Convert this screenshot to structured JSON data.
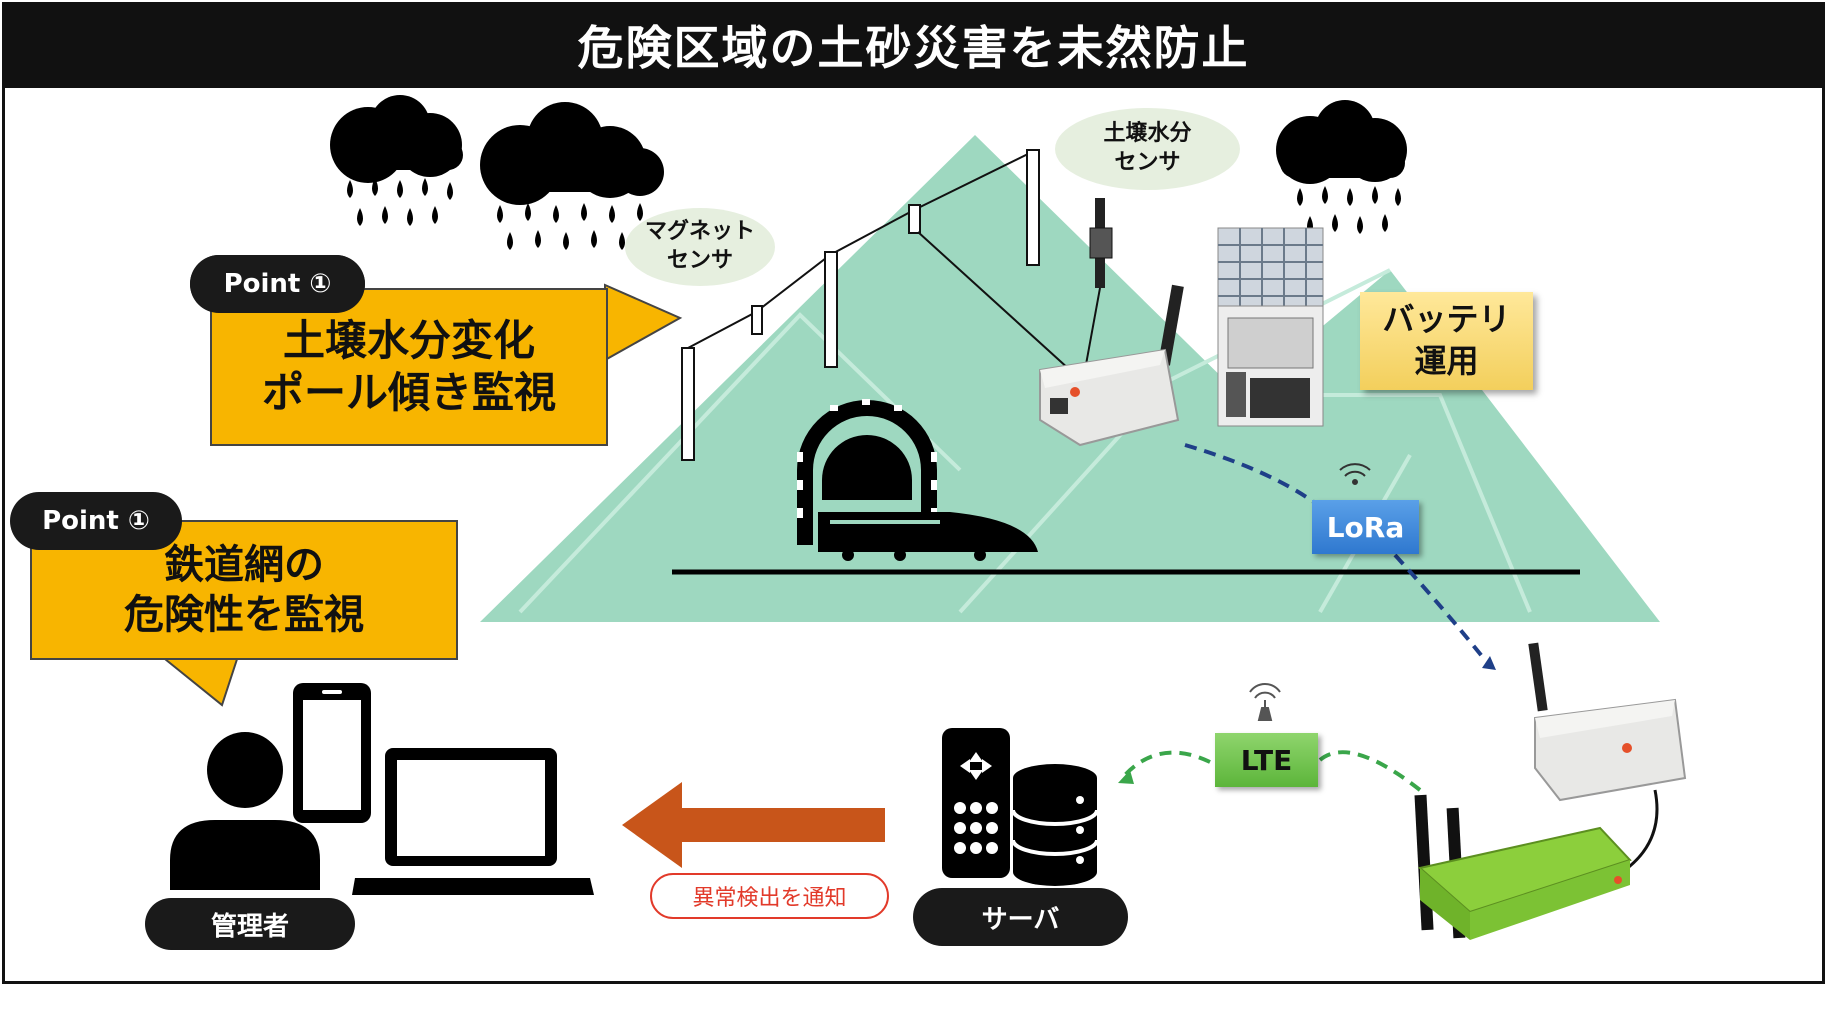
{
  "title": "危険区域の土砂災害を未然防止",
  "callouts": {
    "top": {
      "badge": "Point ①",
      "line1": "土壌水分変化",
      "line2": "ポール傾き監視"
    },
    "left": {
      "badge": "Point ①",
      "line1": "鉄道網の",
      "line2": "危険性を監視"
    }
  },
  "labels": {
    "magnet_sensor_line1": "マグネット",
    "magnet_sensor_line2": "センサ",
    "soil_sensor_line1": "土壌水分",
    "soil_sensor_line2": "センサ",
    "battery_line1": "バッテリ",
    "battery_line2": "運用",
    "lora": "LoRa",
    "lte": "LTE",
    "notify": "異常検出を通知",
    "server": "サーバ",
    "admin": "管理者"
  },
  "colors": {
    "mountain": "#9ed8c0",
    "mountain_edge": "#b8e4d2",
    "callout": "#f8b500",
    "arrow": "#c8551a",
    "lora_line": "#1f3f88",
    "lte_line": "#3aa64a"
  },
  "icons": [
    "rain-cloud-icon",
    "tunnel-icon",
    "train-icon",
    "admin-person-icon",
    "smartphone-icon",
    "laptop-icon",
    "server-remote-icon",
    "database-icon",
    "wifi-icon",
    "antenna-icon",
    "gateway-device-icon",
    "router-device-icon",
    "solar-battery-box-icon"
  ]
}
